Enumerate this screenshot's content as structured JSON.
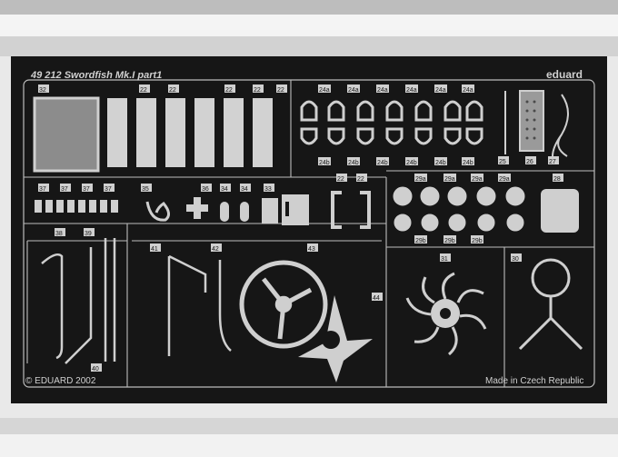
{
  "sheet": {
    "title": "49 212  Swordfish Mk.I   part1",
    "brand": "eduard",
    "copyright": "© EDUARD 2002",
    "origin": "Made in Czech Republic"
  },
  "part_numbers": {
    "p22": "22",
    "p24a": "24a",
    "p24b": "24b",
    "p25": "25",
    "p26": "26",
    "p27": "27",
    "p28": "28",
    "p29a": "29a",
    "p29b": "29b",
    "p30": "30",
    "p31": "31",
    "p32": "32",
    "p33": "33",
    "p34": "34",
    "p35": "35",
    "p36": "36",
    "p37": "37",
    "p38": "38",
    "p39": "39",
    "p40": "40",
    "p41": "41",
    "p42": "42",
    "p43": "43",
    "p44": "44"
  },
  "colors": {
    "fret": "#161616",
    "metal": "#c9c9c9",
    "metal_dark": "#8a8a8a",
    "background": "#e9e9e9"
  }
}
